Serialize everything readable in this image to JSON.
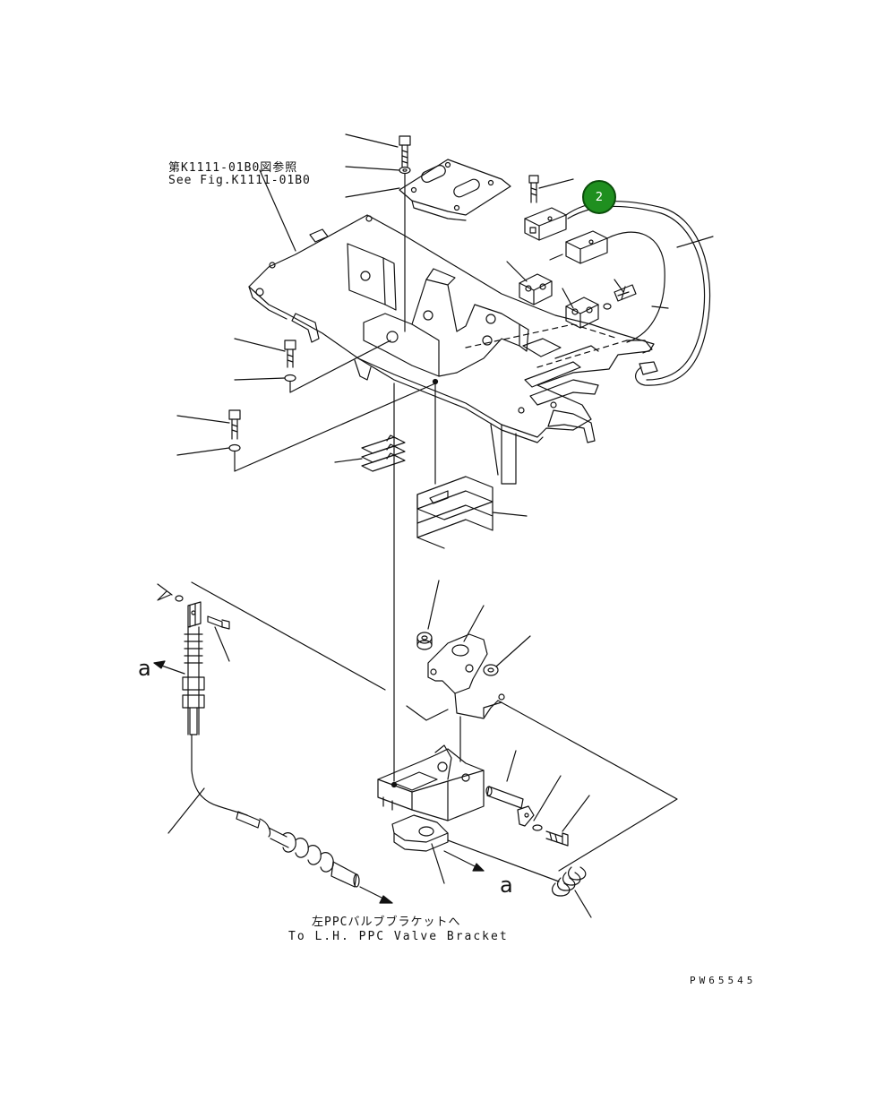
{
  "labels": {
    "ref_jp": "第K1111-01B0図参照",
    "ref_en": "See Fig.K1111-01B0",
    "dest_jp": "左PPCバルブブラケットへ",
    "dest_en": "To L.H. PPC Valve Bracket",
    "arrow_mark_1": "a",
    "arrow_mark_2": "a",
    "drawing_number": "PW65545"
  },
  "callouts": [
    {
      "number": "2"
    }
  ],
  "colors": {
    "line": "#111111",
    "callout_fill": "#1f8f1f",
    "background": "#ffffff"
  }
}
